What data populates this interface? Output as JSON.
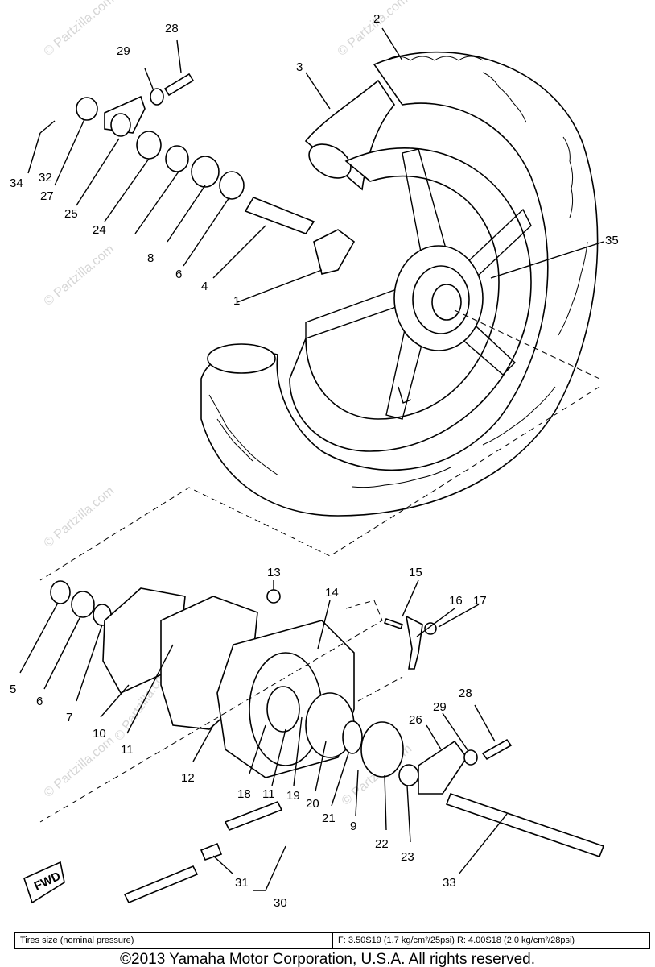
{
  "diagram": {
    "callouts": {
      "p1": "1",
      "p2": "2",
      "p3": "3",
      "p4": "4",
      "p5": "5",
      "p6a": "6",
      "p6b": "6",
      "p7": "7",
      "p8": "8",
      "p9": "9",
      "p10": "10",
      "p11a": "11",
      "p11b": "11",
      "p12": "12",
      "p13": "13",
      "p14": "14",
      "p15": "15",
      "p16": "16",
      "p17": "17",
      "p18": "18",
      "p19": "19",
      "p20": "20",
      "p21": "21",
      "p22": "22",
      "p23": "23",
      "p24": "24",
      "p25": "25",
      "p26": "26",
      "p27": "27",
      "p28a": "28",
      "p28b": "28",
      "p29a": "29",
      "p29b": "29",
      "p30": "30",
      "p31": "31",
      "p32": "32",
      "p33": "33",
      "p34": "34",
      "p35": "35"
    },
    "fwd_label": "FWD",
    "watermark": "© Partzilla.com"
  },
  "spec_table": {
    "label": "Tires size (nominal pressure)",
    "value": "F: 3.50S19 (1.7 kg/cm²/25psi)  R: 4.00S18 (2.0 kg/cm²/28psi)"
  },
  "footer": {
    "copyright": "©2013  Yamaha Motor Corporation, U.S.A. All rights reserved."
  }
}
